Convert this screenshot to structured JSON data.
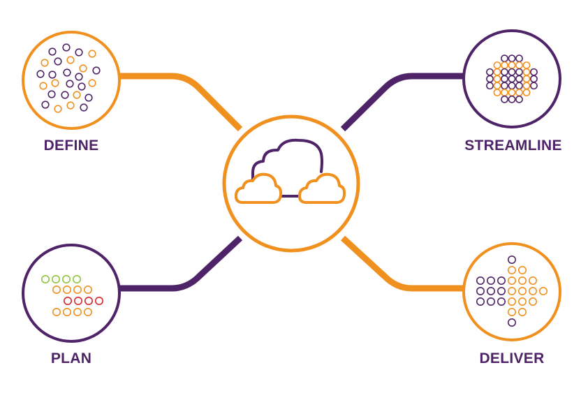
{
  "colors": {
    "orange": "#F0911F",
    "purple": "#4F2367",
    "green": "#8DC63F",
    "red": "#D7262E"
  },
  "nodes": {
    "define": {
      "label": "DEFINE",
      "ring_color": "orange",
      "icon": "scattered-dots-icon"
    },
    "streamline": {
      "label": "STREAMLINE",
      "ring_color": "purple",
      "icon": "clustered-dots-icon"
    },
    "plan": {
      "label": "PLAN",
      "ring_color": "purple",
      "icon": "arrow-dots-icon"
    },
    "deliver": {
      "label": "DELIVER",
      "ring_color": "orange",
      "icon": "arrow-right-dots-icon"
    },
    "center": {
      "ring_color": "orange",
      "icon": "cloud-sync-icon"
    }
  }
}
